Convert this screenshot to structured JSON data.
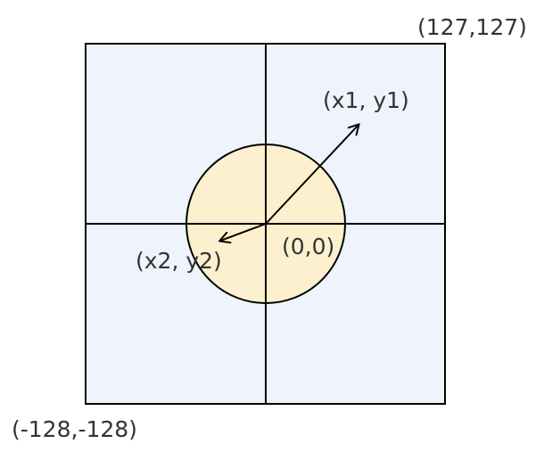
{
  "diagram": {
    "labels": {
      "top_right": "(127,127)",
      "bottom_left": "(-128,-128)",
      "origin": "(0,0)",
      "point1": "(x1, y1)",
      "point2": "(x2, y2)"
    },
    "colors": {
      "square_fill": "#EEF3FC",
      "circle_fill": "#FDF0CE",
      "stroke": "#000000",
      "text": "#333333"
    }
  }
}
